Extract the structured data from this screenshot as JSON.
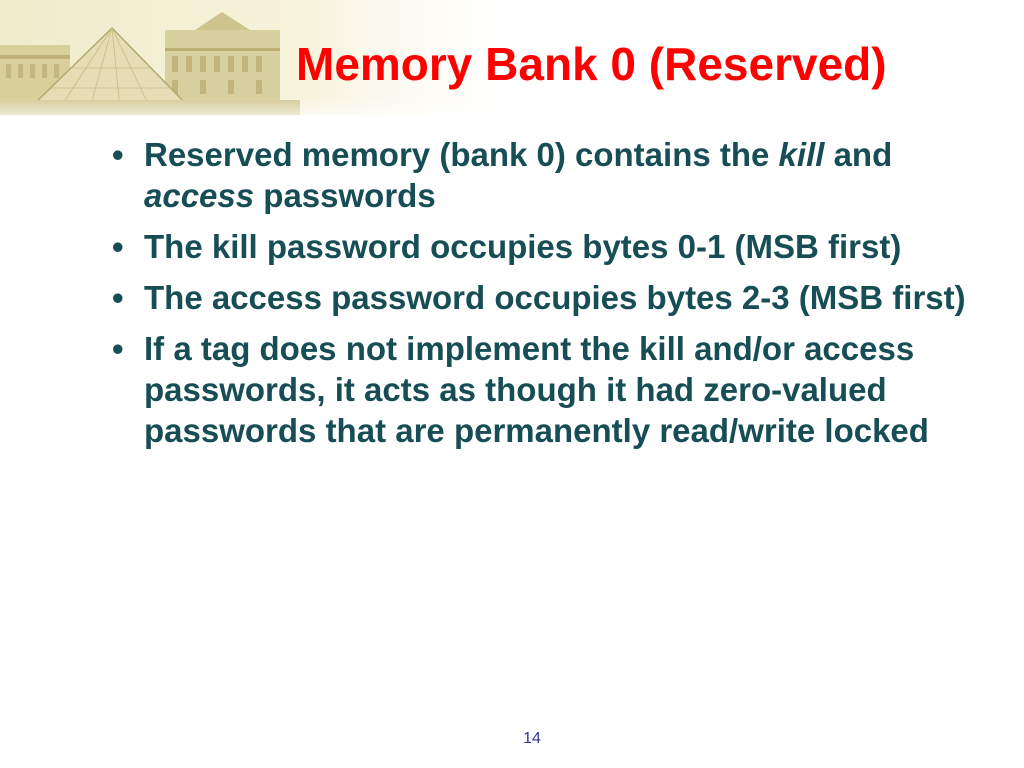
{
  "slide": {
    "title": "Memory Bank 0 (Reserved)",
    "bullets": [
      {
        "parts": [
          {
            "text": "Reserved memory (bank 0) contains the ",
            "italic": false
          },
          {
            "text": "kill",
            "italic": true
          },
          {
            "text": " and ",
            "italic": false
          },
          {
            "text": "access",
            "italic": true
          },
          {
            "text": " passwords",
            "italic": false
          }
        ]
      },
      {
        "parts": [
          {
            "text": "The kill password occupies bytes 0-1 (MSB first)",
            "italic": false
          }
        ]
      },
      {
        "parts": [
          {
            "text": "The access password occupies bytes 2-3 (MSB first)",
            "italic": false
          }
        ]
      },
      {
        "parts": [
          {
            "text": "If a tag does not implement the kill and/or access passwords, it acts as though it had zero-valued passwords that are permanently read/write locked",
            "italic": false
          }
        ]
      }
    ],
    "bullet_symbol": "•",
    "page_number": "14"
  },
  "colors": {
    "title": "#ff0000",
    "body_text": "#174d55",
    "page_number": "#333399",
    "header_tint": "#f4f0d4"
  },
  "header_image": {
    "icon": "louvre-pyramid-photo-icon"
  }
}
